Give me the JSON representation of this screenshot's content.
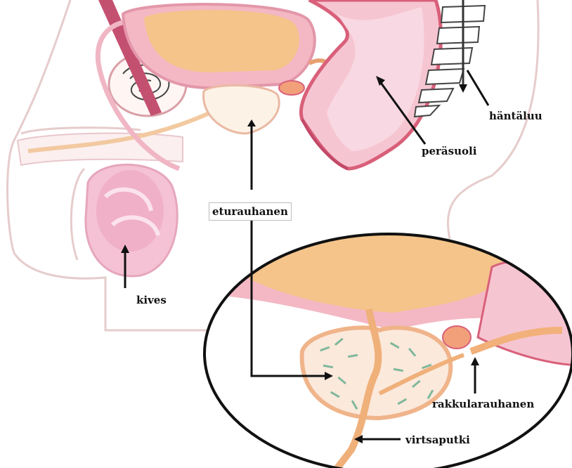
{
  "labels": {
    "tailbone": "häntäluu",
    "rectum": "peräsuoli",
    "prostate": "eturauhanen",
    "testis": "kives",
    "seminal_vesicle": "rakkularauhanen",
    "urethra": "virtsaputki"
  },
  "colors": {
    "skin_outline": "#e8c8c8",
    "tissue_pink": "#f2b8c6",
    "bladder_orange": "#f4c48a",
    "deep_red": "#d9607a",
    "gland_green": "#7fb89a"
  }
}
